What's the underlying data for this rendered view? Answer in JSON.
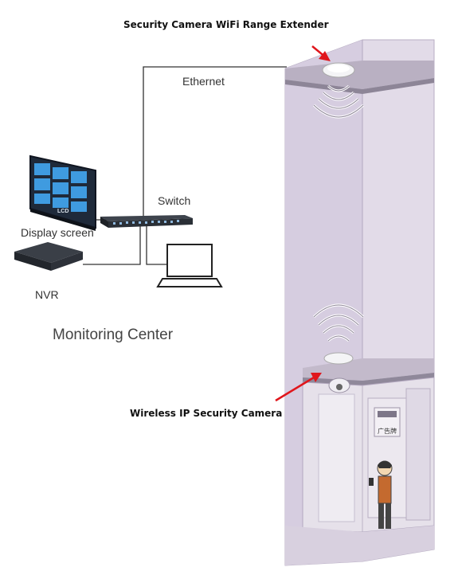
{
  "labels": {
    "extender": "Security Camera WiFi Range Extender",
    "ethernet": "Ethernet",
    "switch": "Switch",
    "display_screen": "Display screen",
    "nvr": "NVR",
    "monitoring_center": "Monitoring Center",
    "camera": "Wireless IP Security Camera",
    "monitor_badge": "LCD",
    "ad_sign": "广告牌"
  },
  "colors": {
    "arrow": "#e0161c",
    "shaft": "#ddd6e3",
    "shaft_dark": "#c9c0d2",
    "cable": "#333333"
  }
}
